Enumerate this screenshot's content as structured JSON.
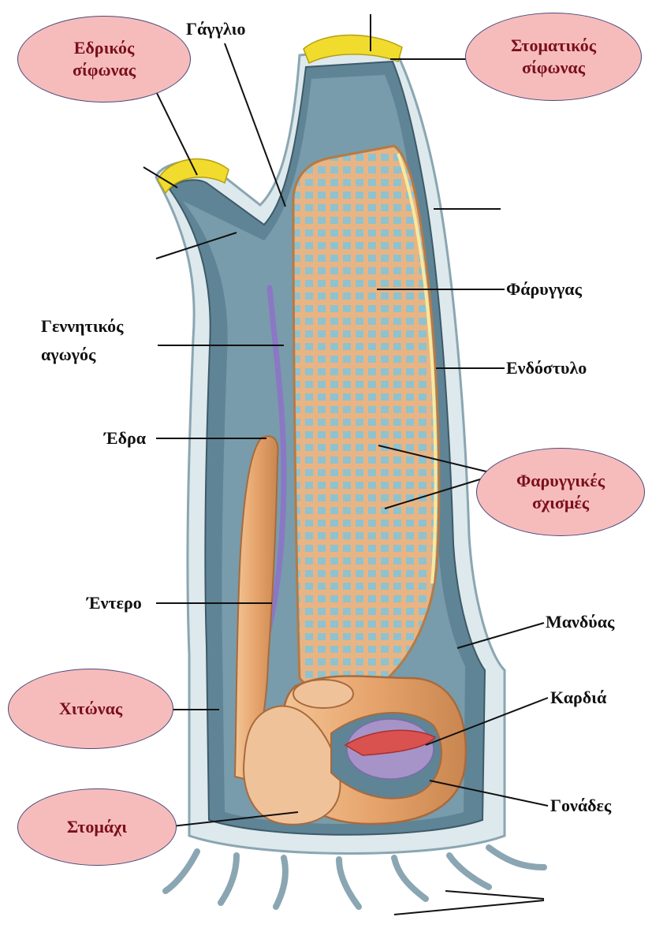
{
  "labels": {
    "anal_siphon": "Εδρικός\nσίφωνας",
    "oral_siphon": "Στοματικός\nσίφωνας",
    "ganglion": "Γάγγλιο",
    "pharynx": "Φάρυγγας",
    "gonoduct": "Γεννητικός\nαγωγός",
    "endostyle": "Ενδόστυλο",
    "anus": "Έδρα",
    "pharyngeal_slits": "Φαρυγγικές\nσχισμές",
    "intestine": "Έντερο",
    "mantle": "Μανδύας",
    "tunic": "Χιτώνας",
    "heart": "Καρδιά",
    "stomach": "Στομάχι",
    "gonads": "Γονάδες"
  },
  "colors": {
    "oval_fill": "#f6bcbc",
    "oval_text": "#7a0f1a",
    "tunic": "#d7e6ea",
    "mantle": "#5f8496",
    "pharynx": "#e9b483",
    "slit": "#8ec2cf",
    "gut": "#e6a36b",
    "gonoduct": "#8a78c4",
    "heart": "#d9524f",
    "gonad": "#a694c9",
    "siphon_tip": "#f1dc2e"
  }
}
